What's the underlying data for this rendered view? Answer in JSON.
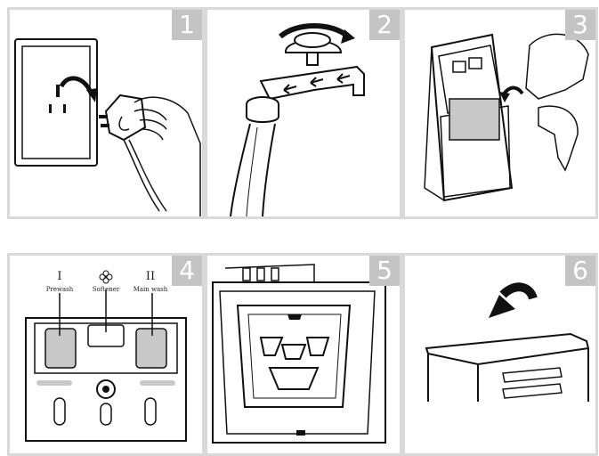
{
  "steps": [
    {
      "number": "1",
      "icon": "plug-into-socket-icon"
    },
    {
      "number": "2",
      "icon": "water-tap-hose-icon"
    },
    {
      "number": "3",
      "icon": "load-laundry-icon"
    },
    {
      "number": "4",
      "icon": "detergent-drawer-icon"
    },
    {
      "number": "5",
      "icon": "drum-basket-icon"
    },
    {
      "number": "6",
      "icon": "close-lid-icon"
    }
  ],
  "drawer": {
    "compartments": [
      {
        "roman": "I",
        "label": "Prewash"
      },
      {
        "roman": "",
        "label": "Softener",
        "icon": "flower-softener-icon"
      },
      {
        "roman": "II",
        "label": "Main wash"
      }
    ]
  },
  "colors": {
    "panel_border": "#d9d9d9",
    "number_badge": "#c4c4c4",
    "ink": "#111111",
    "fill_gray": "#bdbdbd"
  }
}
